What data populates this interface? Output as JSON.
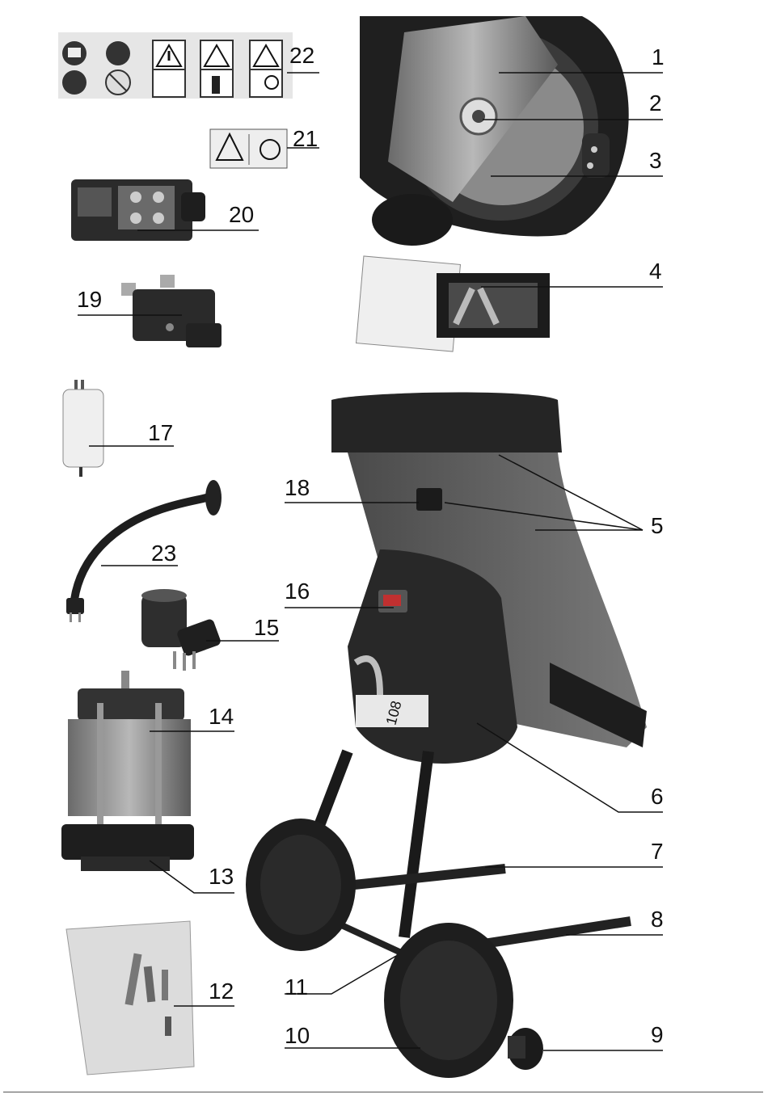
{
  "callouts": {
    "n1": "1",
    "n2": "2",
    "n3": "3",
    "n4": "4",
    "n5": "5",
    "n6": "6",
    "n7": "7",
    "n8": "8",
    "n9": "9",
    "n10": "10",
    "n11": "11",
    "n12": "12",
    "n13": "13",
    "n14": "14",
    "n15": "15",
    "n16": "16",
    "n17": "17",
    "n18": "18",
    "n19": "19",
    "n20": "20",
    "n21": "21",
    "n22": "22",
    "n23": "23"
  },
  "icons": {
    "safety_labels": [
      "book-icon",
      "gloves-icon",
      "warning-triangle-icon",
      "hand-hazard-icon",
      "feet-hazard-icon",
      "goggles-icon",
      "no-rain-icon"
    ],
    "motor_label_text": "108"
  },
  "colors": {
    "part_dark": "#2a2a2a",
    "part_mid": "#5a5a5a",
    "part_light": "#a8a8a8",
    "line": "#111111"
  }
}
